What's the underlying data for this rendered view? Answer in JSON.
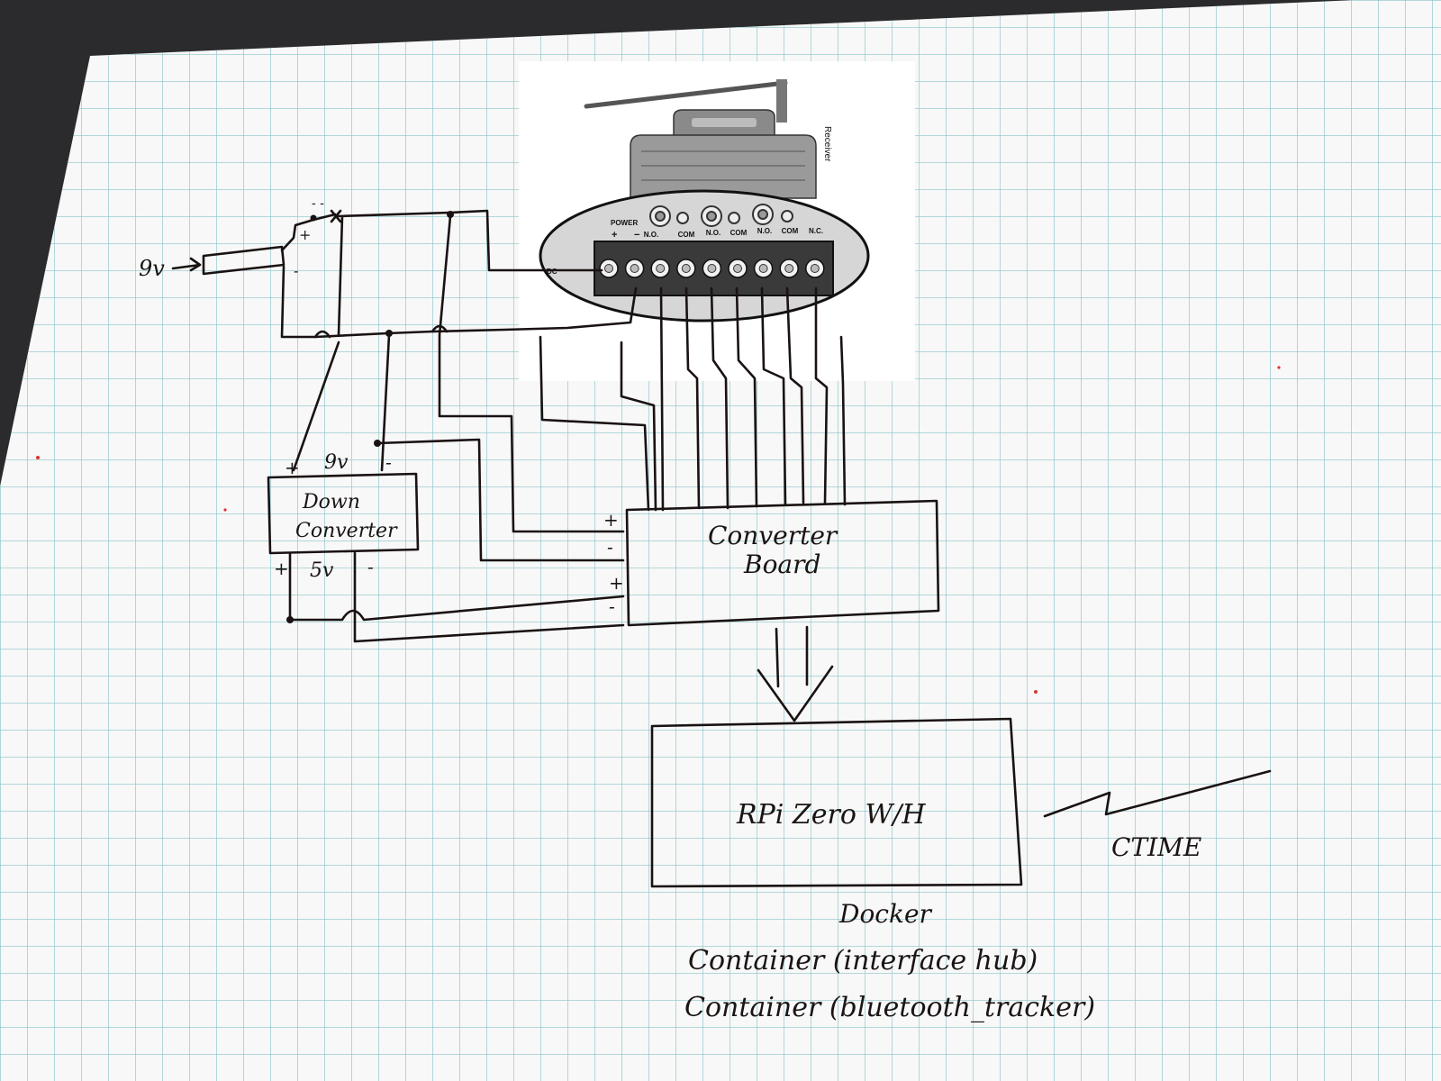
{
  "input_label": "9v",
  "supply_labels": {
    "plus": "+",
    "minus": "-",
    "switch_mark": "- -"
  },
  "receiver": {
    "side_label": "Receiver",
    "power_label": "POWER",
    "power_plus": "+",
    "power_minus": "−",
    "dc_label": "DC",
    "terminals": [
      "N.O.",
      "COM",
      "N.O.",
      "COM",
      "N.O.",
      "COM",
      "N.C."
    ]
  },
  "down_converter": {
    "label_line1": "Down",
    "label_line2": "Converter",
    "in_plus": "+",
    "in_voltage": "9v",
    "in_minus": "-",
    "out_plus": "+",
    "out_voltage": "5v",
    "out_minus": "-"
  },
  "converter_board": {
    "label_line1": "Converter",
    "label_line2": "Board",
    "pins": [
      "+",
      "-",
      "+",
      "-"
    ]
  },
  "rpi": {
    "label": "RPi Zero W/H"
  },
  "network": {
    "label": "CTIME"
  },
  "docker": {
    "title": "Docker",
    "containers": [
      "Container (interface hub)",
      "Container (bluetooth_tracker)"
    ]
  },
  "colors": {
    "grid": "#8cc3cc",
    "ink": "#1a1212",
    "paper": "#f7f8f7",
    "device_gray": "#8a8a8a"
  }
}
